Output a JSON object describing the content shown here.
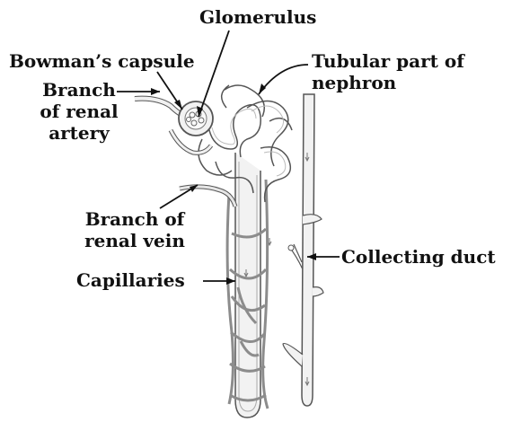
{
  "labels": {
    "glomerulus": "Glomerulus",
    "bowmans_capsule": "Bowman’s capsule",
    "tubular_part": [
      "Tubular part of",
      "nephron"
    ],
    "renal_artery": [
      "Branch",
      "of renal",
      "artery"
    ],
    "renal_vein": [
      "Branch of",
      "renal vein"
    ],
    "capillaries": "Capillaries",
    "collecting_duct": "Collecting duct"
  },
  "colors": {
    "ink": "#111111",
    "vessel_fill": "#e6e6e6",
    "vessel_outline": "#555555",
    "capillary": "#8c8c8c",
    "background": "#ffffff"
  }
}
